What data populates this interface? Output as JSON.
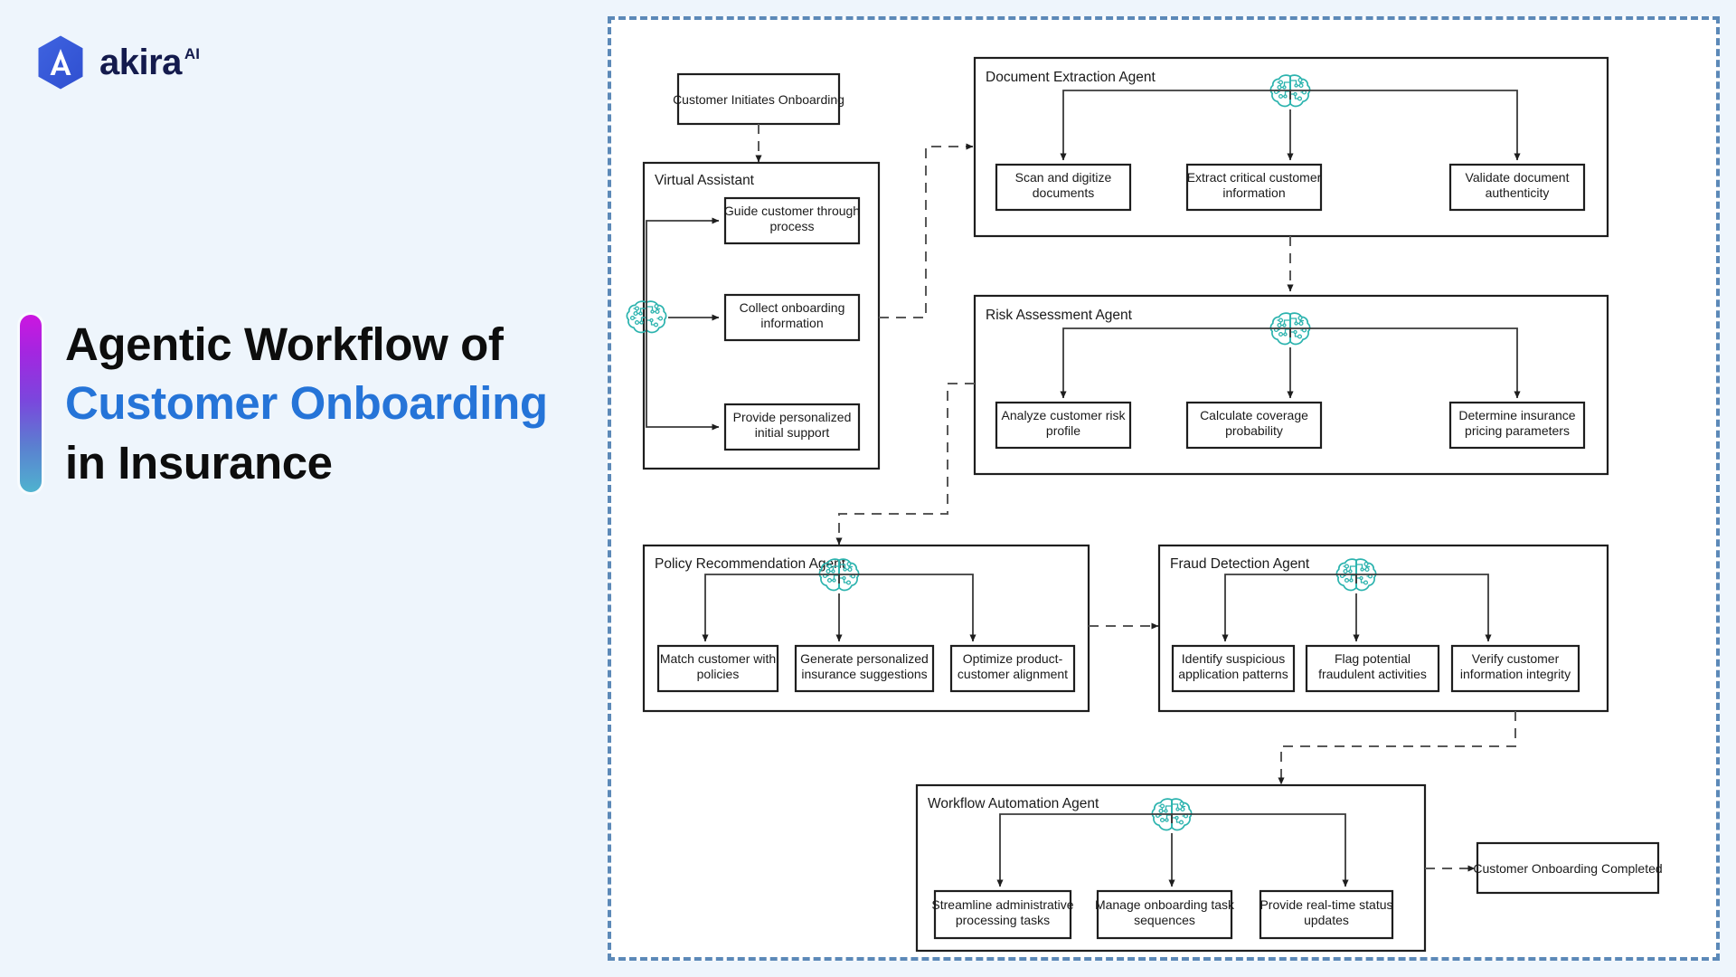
{
  "brand": {
    "name": "akira",
    "superscript": "AI",
    "logo_icon": "akira-hexagon-logo"
  },
  "headline": {
    "line1": "Agentic Workflow of",
    "line2": "Customer Onboarding",
    "line3": "in Insurance",
    "accent_color": "#2574d8",
    "bar_gradient_from": "#cc16e0",
    "bar_gradient_to": "#4fb3cf"
  },
  "diagram": {
    "border_color": "#5c89b8",
    "agent_icon": "brain-circuit-icon",
    "agent_icon_color": "#2bb3ae",
    "start_node": "Customer Initiates Onboarding",
    "end_node": "Customer Onboarding Completed",
    "groups": [
      {
        "id": "virtual-assistant",
        "title": "Virtual Assistant",
        "orientation": "vertical",
        "tasks": [
          "Guide customer through process",
          "Collect onboarding information",
          "Provide personalized initial support"
        ]
      },
      {
        "id": "document-extraction-agent",
        "title": "Document Extraction Agent",
        "orientation": "horizontal",
        "tasks": [
          "Scan and digitize documents",
          "Extract critical customer information",
          "Validate document authenticity"
        ]
      },
      {
        "id": "risk-assessment-agent",
        "title": "Risk Assessment Agent",
        "orientation": "horizontal",
        "tasks": [
          "Analyze customer risk profile",
          "Calculate coverage probability",
          "Determine insurance pricing parameters"
        ]
      },
      {
        "id": "policy-recommendation-agent",
        "title": "Policy Recommendation Agent",
        "orientation": "horizontal",
        "tasks": [
          "Match customer with policies",
          "Generate personalized insurance suggestions",
          "Optimize product-customer alignment"
        ]
      },
      {
        "id": "fraud-detection-agent",
        "title": "Fraud Detection Agent",
        "orientation": "horizontal",
        "tasks": [
          "Identify suspicious application patterns",
          "Flag potential fraudulent activities",
          "Verify customer information integrity"
        ]
      },
      {
        "id": "workflow-automation-agent",
        "title": "Workflow Automation Agent",
        "orientation": "horizontal",
        "tasks": [
          "Streamline administrative processing tasks",
          "Manage onboarding task sequences",
          "Provide real-time status updates"
        ]
      }
    ],
    "connections": [
      {
        "from": "Customer Initiates Onboarding",
        "to": "Virtual Assistant",
        "style": "dashed"
      },
      {
        "from": "Virtual Assistant",
        "to": "Document Extraction Agent",
        "style": "dashed"
      },
      {
        "from": "Document Extraction Agent",
        "to": "Risk Assessment Agent",
        "style": "dashed"
      },
      {
        "from": "Risk Assessment Agent",
        "to": "Policy Recommendation Agent",
        "style": "dashed"
      },
      {
        "from": "Policy Recommendation Agent",
        "to": "Fraud Detection Agent",
        "style": "dashed"
      },
      {
        "from": "Fraud Detection Agent",
        "to": "Workflow Automation Agent",
        "style": "dashed"
      },
      {
        "from": "Workflow Automation Agent",
        "to": "Customer Onboarding Completed",
        "style": "dashed"
      }
    ]
  }
}
